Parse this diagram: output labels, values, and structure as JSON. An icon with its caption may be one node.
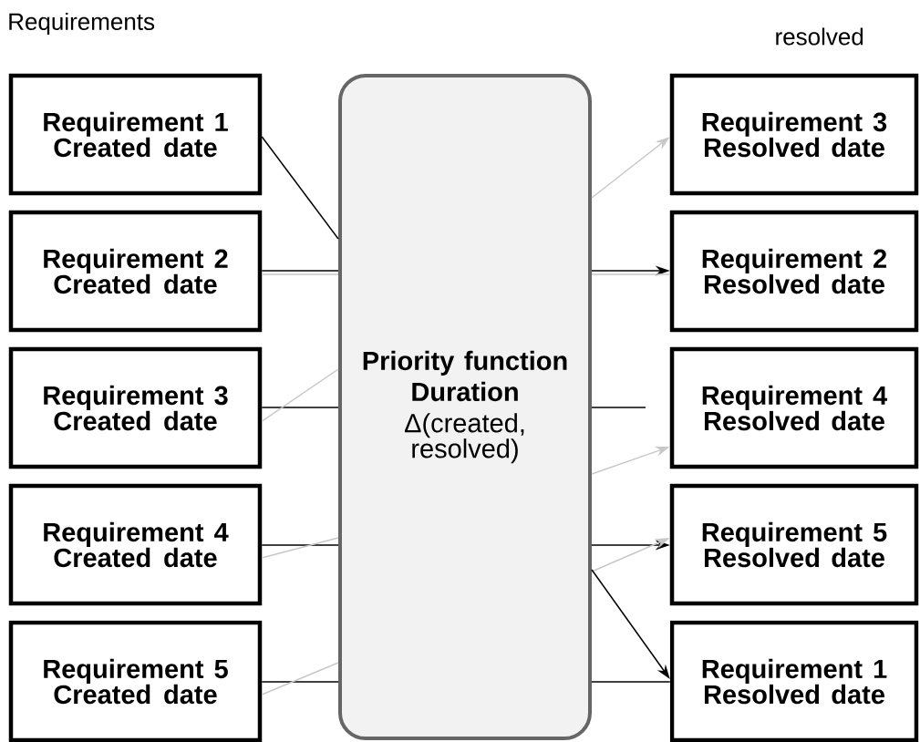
{
  "diagram": {
    "nodes": [
      {
        "text": [
          "Requirement 1 Created date"
        ]
      },
      {
        "text": [
          "Requirement 2 Created date"
        ]
      },
      {
        "text": [
          "Requirement 3 Created date"
        ]
      },
      {
        "text": [
          "Requirement 4 Created date"
        ]
      },
      {
        "text": [
          "Requirement 5 Created date"
        ]
      },
      {
        "text": [
          "Priority function Duration",
          "Δ(created, resolved)"
        ]
      },
      {
        "text": [
          "Requirement 3 Resolved date"
        ]
      },
      {
        "text": [
          "Requirement 2 Resolved date"
        ]
      },
      {
        "text": [
          "Requirement 4 Resolved date"
        ]
      },
      {
        "text": [
          "Requirement 5 Resolved date"
        ]
      },
      {
        "text": [
          "Requirement 1 Resolved date"
        ]
      }
    ],
    "edges": [
      {
        "from": 0,
        "to": 5,
        "arrow": "none"
      },
      {
        "from": 1,
        "to": 5,
        "arrow": "none"
      },
      {
        "from": 1,
        "to": 5,
        "arrow": "none",
        "color": "#c8c8c8"
      },
      {
        "from": 2,
        "to": 5,
        "arrow": "none"
      },
      {
        "from": 2,
        "to": 5,
        "arrow": "none",
        "color": "#c8c8c8"
      },
      {
        "from": 3,
        "to": 5,
        "arrow": "none"
      },
      {
        "from": 3,
        "to": 5,
        "arrow": "none",
        "color": "#c8c8c8"
      },
      {
        "from": 4,
        "to": 5,
        "arrow": "none"
      },
      {
        "from": 4,
        "to": 5,
        "arrow": "none",
        "color": "#c8c8c8"
      },
      {
        "from": 5,
        "to": 6,
        "arrow": "to",
        "color": "#c8c8c8"
      },
      {
        "from": 5,
        "to": 7,
        "arrow": "to"
      },
      {
        "from": 5,
        "to": 7,
        "arrow": "none",
        "color": "#c8c8c8"
      },
      {
        "from": 5,
        "to": null,
        "arrow": "none"
      },
      {
        "from": 5,
        "to": 8,
        "arrow": "to",
        "color": "#c8c8c8"
      },
      {
        "from": 5,
        "to": 9,
        "arrow": "to"
      },
      {
        "from": 5,
        "to": 9,
        "arrow": "to",
        "color": "#c8c8c8"
      },
      {
        "from": 5,
        "to": 10,
        "arrow": "to"
      },
      {
        "from": 5,
        "to": 10,
        "arrow": "none"
      }
    ],
    "labels": [
      "Requirements",
      "resolved"
    ]
  }
}
